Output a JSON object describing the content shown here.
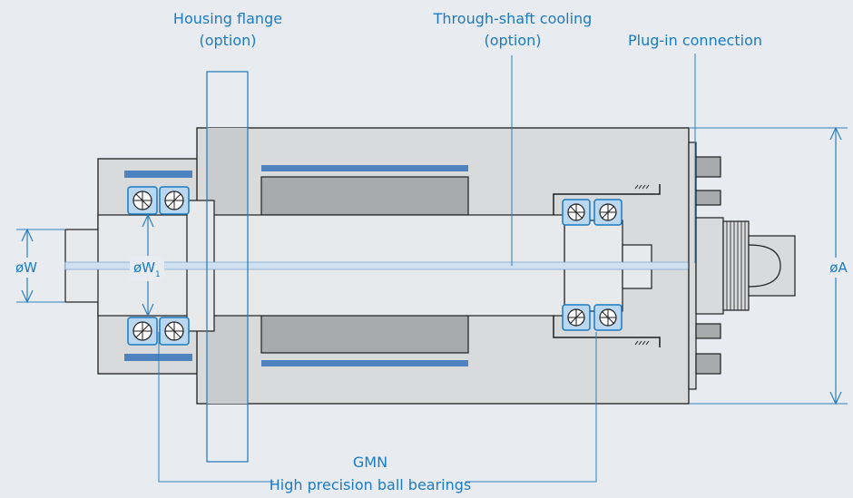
{
  "colors": {
    "background": "#e8ecf0",
    "outline": "#1e1e1e",
    "housing_fill": "#d9dadb",
    "dark_fill": "#a8aaac",
    "accent_blue": "#1b7bc4",
    "bar_blue": "#4f83c0",
    "leader_line": "#2d7fbf",
    "cooling_bore": "#cfe0f0",
    "bearing_fill": "#b9d7f0"
  },
  "labels": {
    "housing_flange": "Housing flange",
    "housing_flange_option": "(option)",
    "through_shaft_cooling": "Through-shaft cooling",
    "through_shaft_cooling_option": "(option)",
    "plug_in_connection": "Plug-in connection",
    "diameter_w": "øW",
    "diameter_w1": "øW",
    "diameter_w1_subscript": "1",
    "diameter_a": "øA",
    "gmn": "GMN",
    "bearings": "High precision ball bearings"
  }
}
